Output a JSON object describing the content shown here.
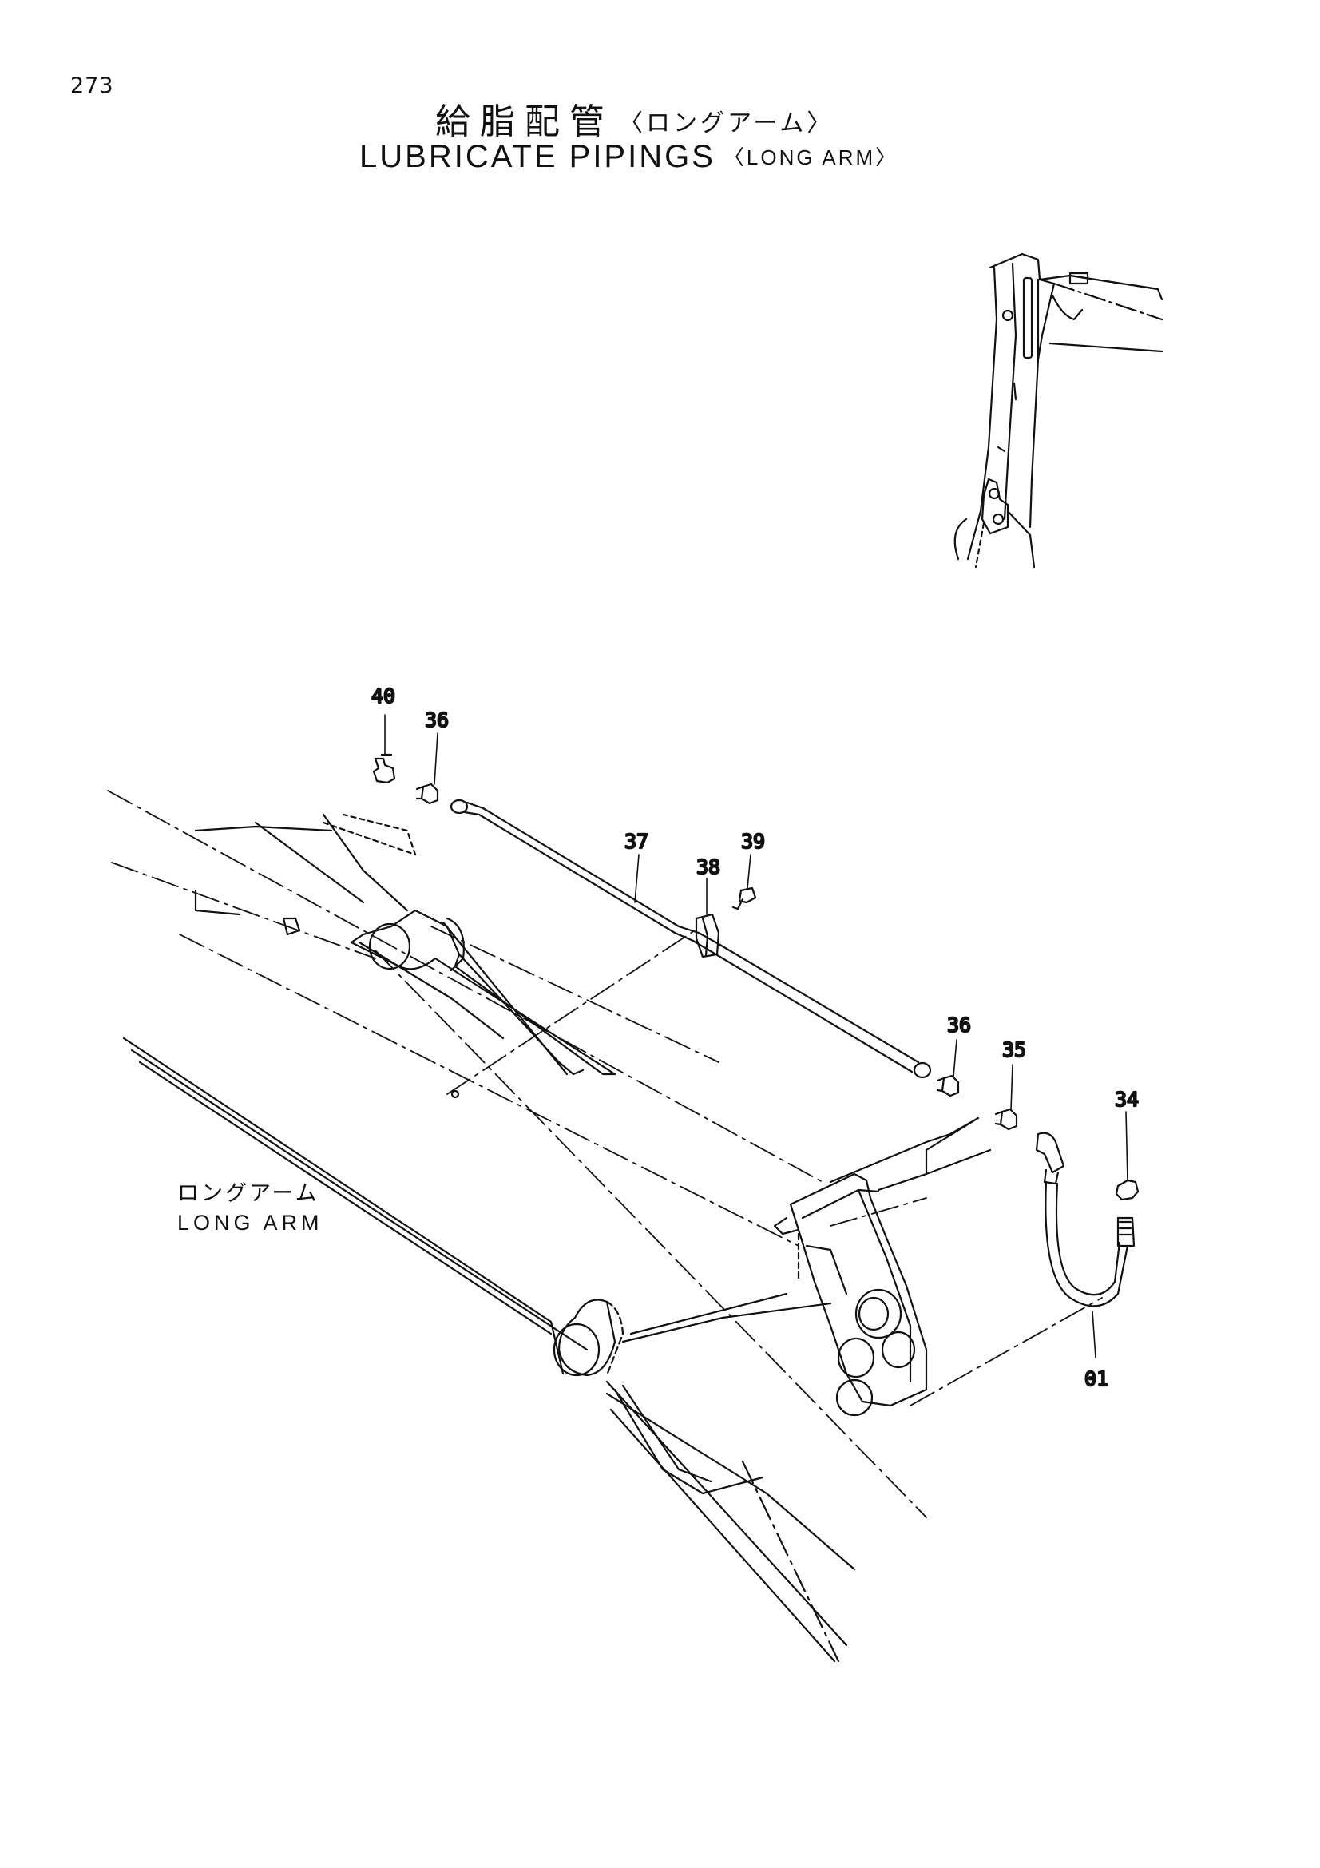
{
  "page": {
    "number": "273"
  },
  "title": {
    "jp_main": "給脂配管",
    "jp_sub": "〈ロングアーム〉",
    "en_main": "LUBRICATE PIPINGS",
    "en_sub": "〈LONG ARM〉"
  },
  "label": {
    "jp": "ロングアーム",
    "en": "LONG ARM"
  },
  "callouts": [
    "40",
    "36",
    "37",
    "38",
    "39",
    "36",
    "35",
    "34",
    "01"
  ]
}
